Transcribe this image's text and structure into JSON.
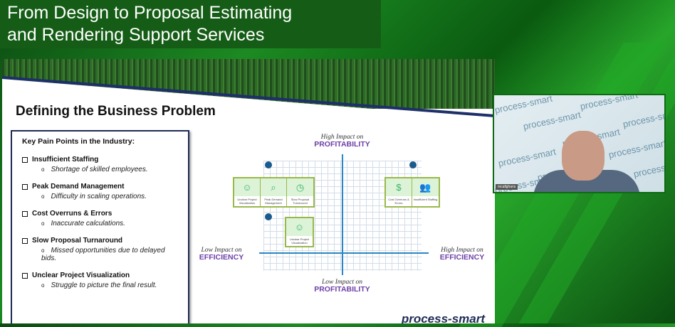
{
  "header": {
    "line1": "From Design to Proposal Estimating",
    "line2": "and Rendering Support Services"
  },
  "slide": {
    "title": "Defining the Business Problem",
    "pain_box": {
      "heading": "Key Pain Points in the Industry:",
      "items": [
        {
          "title": "Insufficient Staffing",
          "detail": "Shortage of skilled employees."
        },
        {
          "title": "Peak Demand Management",
          "detail": "Difficulty in scaling operations."
        },
        {
          "title": "Cost Overruns & Errors",
          "detail": "Inaccurate calculations."
        },
        {
          "title": "Slow Proposal Turnaround",
          "detail": "Missed opportunities due to delayed bids."
        },
        {
          "title": "Unclear Project Visualization",
          "detail": "Struggle to picture the final result."
        }
      ]
    },
    "matrix": {
      "top": {
        "small": "High Impact on",
        "big": "PROFITABILITY"
      },
      "bottom": {
        "small": "Low Impact on",
        "big": "PROFITABILITY"
      },
      "left": {
        "small": "Low Impact on",
        "big": "EFFICIENCY"
      },
      "right": {
        "small": "High Impact on",
        "big": "EFFICIENCY"
      },
      "group_left": [
        "Unclear Project Visualization",
        "Peak Demand Management",
        "Slow Proposal Turnaround"
      ],
      "group_right": [
        "Cost Overruns & Errors",
        "Insufficient Staffing"
      ],
      "group_single": [
        "Unclear Project Visualization"
      ]
    },
    "logo": "process-smart"
  },
  "video": {
    "watermark": "process-smart",
    "name_tag": "mcallghans"
  }
}
